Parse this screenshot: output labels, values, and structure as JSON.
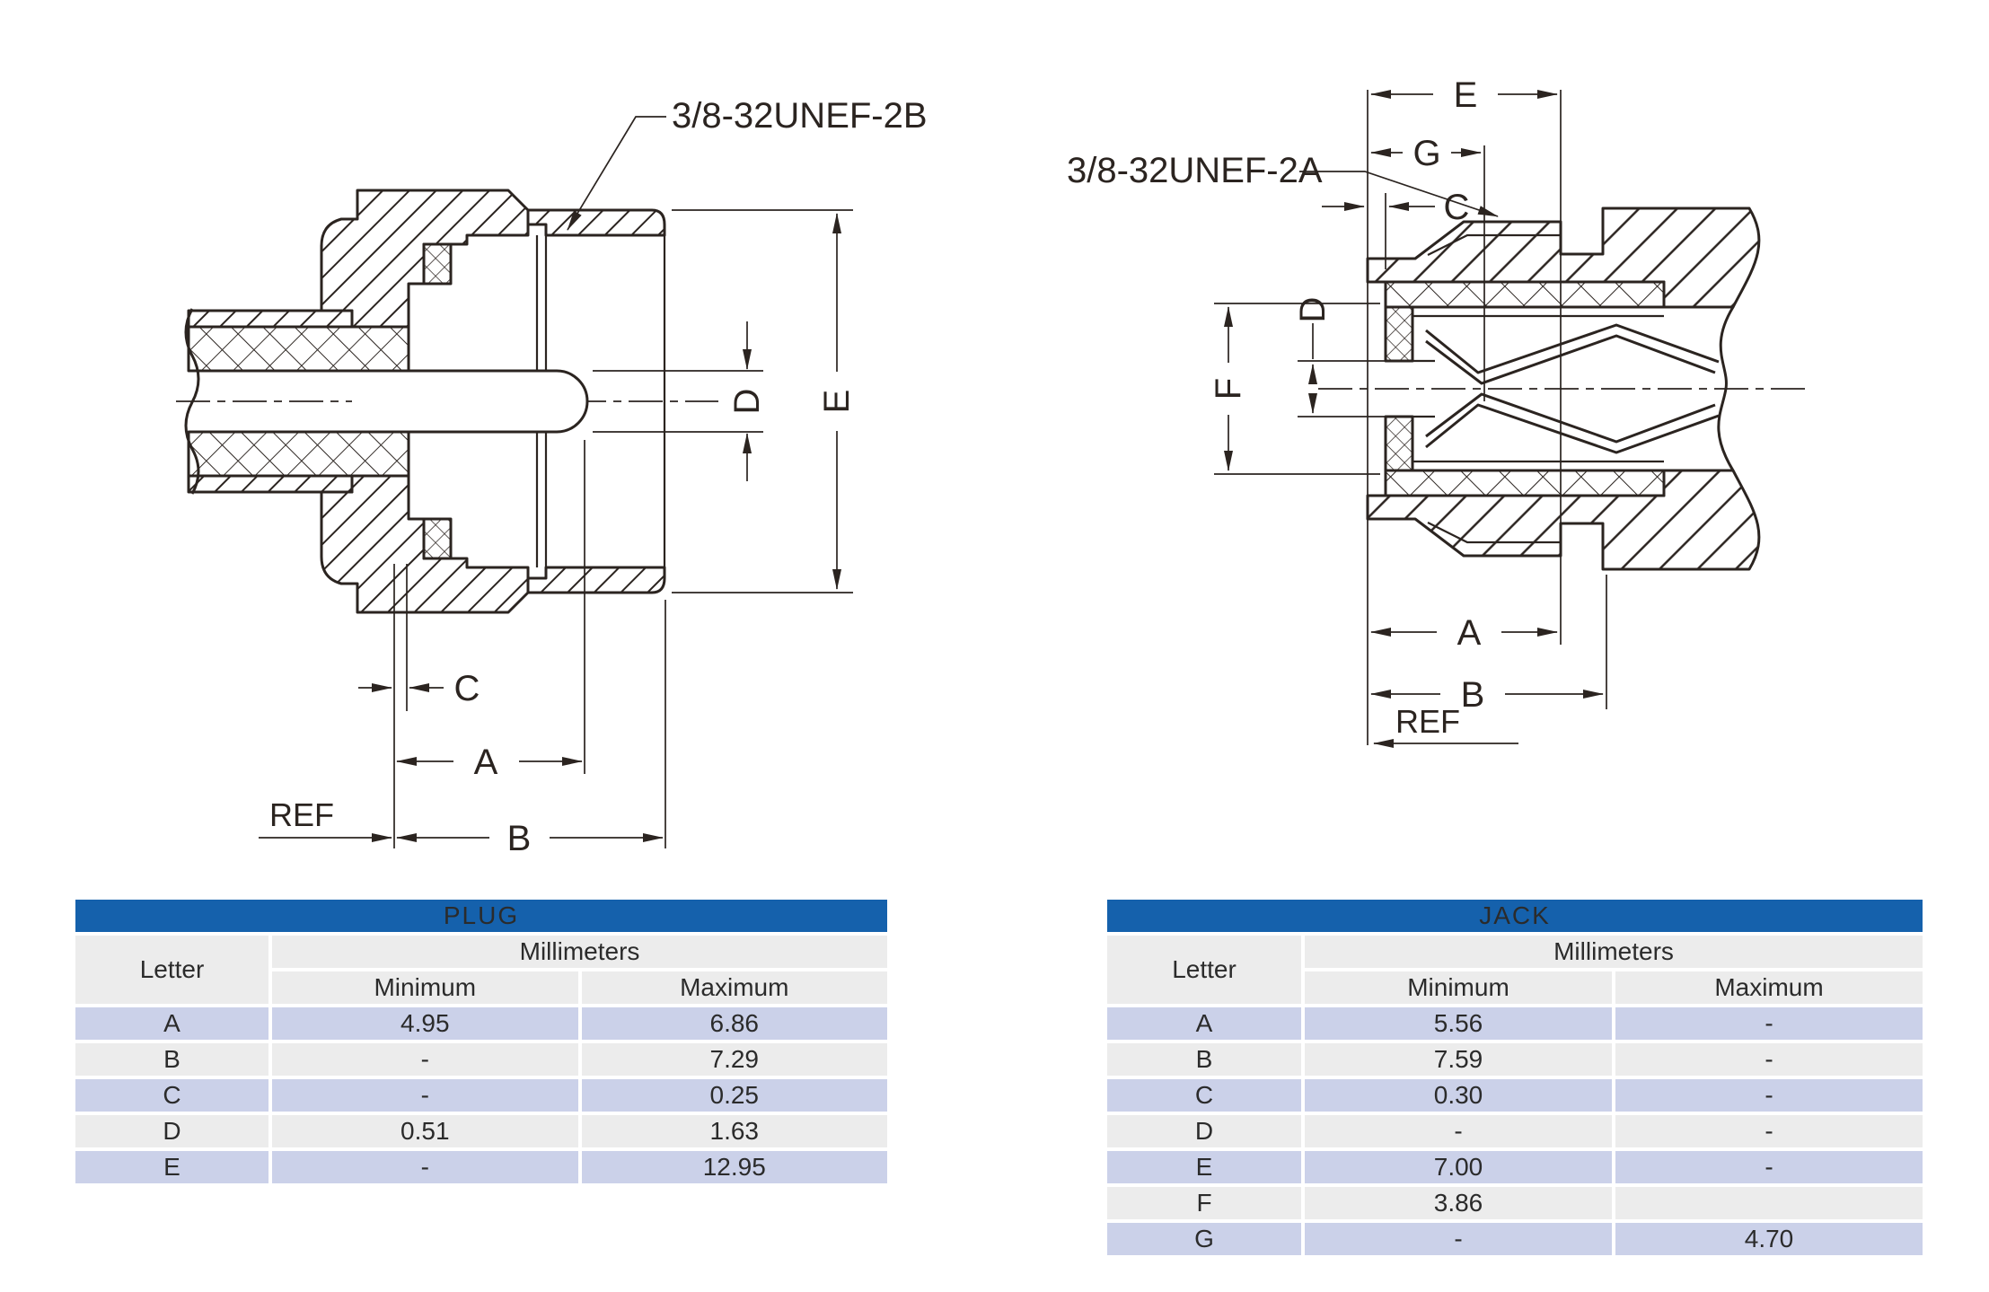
{
  "drawing_left": {
    "name": "plug cross-section",
    "thread_label": "3/8-32UNEF-2B",
    "dims": {
      "a": "A",
      "b": "B",
      "c": "C",
      "d": "D",
      "e": "E",
      "ref": "REF"
    }
  },
  "drawing_right": {
    "name": "jack cross-section",
    "thread_label": "3/8-32UNEF-2A",
    "dims": {
      "a": "A",
      "b": "B",
      "c": "C",
      "d": "D",
      "e": "E",
      "f": "F",
      "g": "G",
      "ref": "REF"
    }
  },
  "plug_table": {
    "title": "PLUG",
    "col_letter": "Letter",
    "col_group": "Millimeters",
    "col_min": "Minimum",
    "col_max": "Maximum",
    "rows": [
      {
        "letter": "A",
        "min": "4.95",
        "max": "6.86"
      },
      {
        "letter": "B",
        "min": "-",
        "max": "7.29"
      },
      {
        "letter": "C",
        "min": "-",
        "max": "0.25"
      },
      {
        "letter": "D",
        "min": "0.51",
        "max": "1.63"
      },
      {
        "letter": "E",
        "min": "-",
        "max": "12.95"
      }
    ]
  },
  "jack_table": {
    "title": "JACK",
    "col_letter": "Letter",
    "col_group": "Millimeters",
    "col_min": "Minimum",
    "col_max": "Maximum",
    "rows": [
      {
        "letter": "A",
        "min": "5.56",
        "max": "-"
      },
      {
        "letter": "B",
        "min": "7.59",
        "max": "-"
      },
      {
        "letter": "C",
        "min": "0.30",
        "max": "-"
      },
      {
        "letter": "D",
        "min": "-",
        "max": "-"
      },
      {
        "letter": "E",
        "min": "7.00",
        "max": "-"
      },
      {
        "letter": "F",
        "min": "3.86",
        "max": ""
      },
      {
        "letter": "G",
        "min": "-",
        "max": "4.70"
      }
    ]
  },
  "colors": {
    "ink": "#2b2420",
    "blue": "#1561ac",
    "lav": "#cbd1e9",
    "gray": "#ececec",
    "celltext": "#2b2b2b",
    "bg": "#ffffff"
  }
}
